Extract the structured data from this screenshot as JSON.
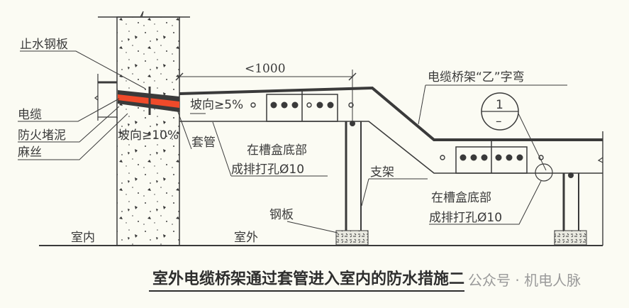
{
  "diagram": {
    "title": "室外电缆桥架通过套管进入室内的防水措施二",
    "watermark": "公众号 · 机电人脉",
    "labels": {
      "waterstop_plate": "止水钢板",
      "cable": "电缆",
      "fire_putty": "防火堵泥",
      "hemp": "麻丝",
      "slope_10": "坡向≥10%",
      "sleeve": "套管",
      "slope_5": "坡向≥5%",
      "dimension": "<1000",
      "z_bend": "电缆桥架“乙”字弯",
      "holes_line1_a": "在槽盒底部",
      "holes_line2_a": "成排打孔Ø10",
      "holes_line1_b": "在槽盒底部",
      "holes_line2_b": "成排打孔Ø10",
      "support": "支架",
      "steel_plate": "钢板",
      "indoor": "室内",
      "outdoor": "室外",
      "detail_num": "1",
      "detail_sheet": "–"
    },
    "colors": {
      "line": "#3a3a3a",
      "cable_red": "#f04a2a",
      "background": "#fbfbf3"
    }
  }
}
